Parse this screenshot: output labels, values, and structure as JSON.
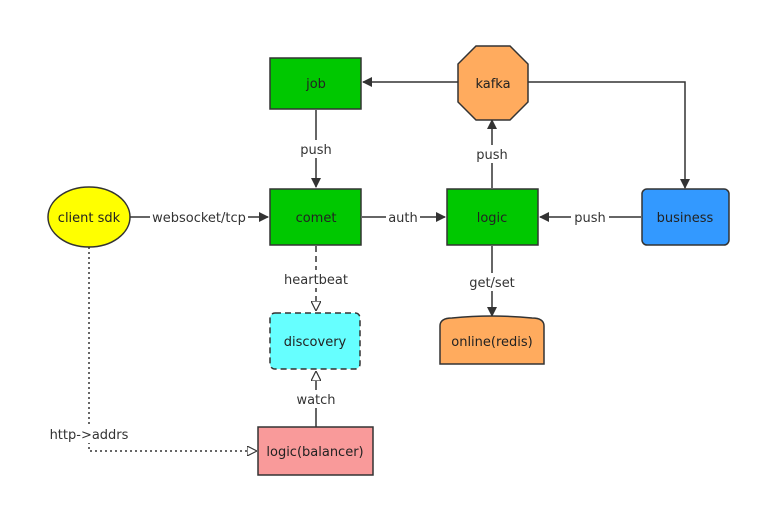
{
  "colors": {
    "green": "#00c800",
    "orange": "#ffab5e",
    "yellow": "#ffff00",
    "blue": "#3399ff",
    "cyan": "#66ffff",
    "pink": "#f99a9a",
    "stroke": "#333333",
    "edge": "#333333"
  },
  "nodes": {
    "job": "job",
    "kafka": "kafka",
    "comet": "comet",
    "logic": "logic",
    "business": "business",
    "client_sdk": "client sdk",
    "discovery": "discovery",
    "online_redis": "online(redis)",
    "logic_balancer": "logic(balancer)"
  },
  "edge_labels": {
    "job_comet": "push",
    "logic_kafka": "push",
    "client_comet": "websocket/tcp",
    "comet_logic": "auth",
    "business_logic": "push",
    "comet_discovery": "heartbeat",
    "logic_redis": "get/set",
    "balancer_discovery": "watch",
    "client_balancer": "http->addrs"
  }
}
